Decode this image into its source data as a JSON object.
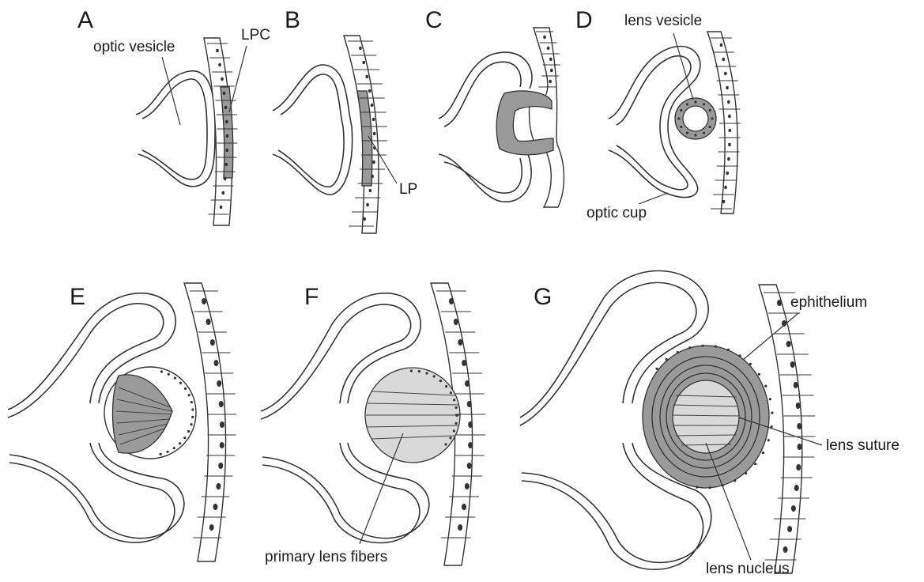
{
  "panels": [
    {
      "letter": "A"
    },
    {
      "letter": "B"
    },
    {
      "letter": "C"
    },
    {
      "letter": "D"
    },
    {
      "letter": "E"
    },
    {
      "letter": "F"
    },
    {
      "letter": "G"
    }
  ],
  "labels": {
    "optic_vesicle": "optic vesicle",
    "lpc": "LPC",
    "lp": "LP",
    "lens_vesicle": "lens vesicle",
    "optic_cup": "optic cup",
    "ephithelium": "ephithelium",
    "lens_suture": "lens suture",
    "primary_lens_fibers": "primary lens fibers",
    "lens_nucleus": "lens nucleus"
  },
  "colors": {
    "line": "#333333",
    "lens_dark": "#9a9a9a",
    "lens_light": "#d9d9d9",
    "background": "#ffffff"
  }
}
